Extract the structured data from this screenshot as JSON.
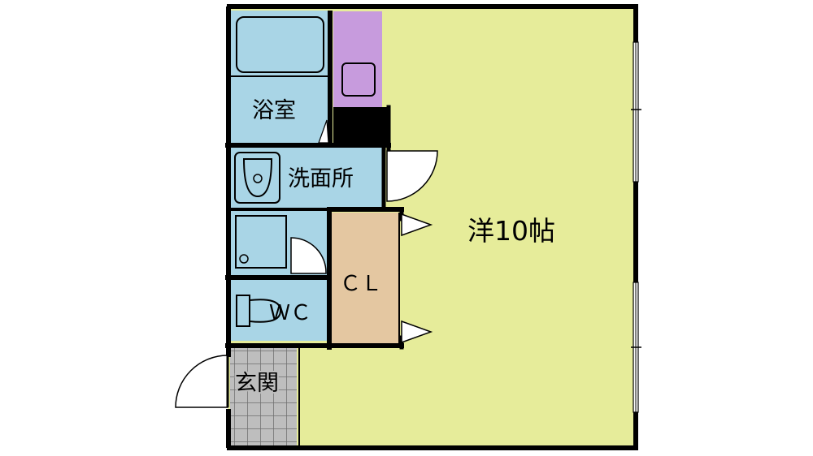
{
  "floor_plan": {
    "rooms": {
      "western_room": "洋10帖",
      "bathroom": "浴室",
      "washroom": "洗面所",
      "closet": "ＣＬ",
      "toilet": "ＷＣ",
      "entrance": "玄関"
    },
    "colors": {
      "western_room": "#E6EC9A",
      "wet_areas": "#A9D5E6",
      "closet": "#E4C7A1",
      "kitchen": "#C79BDD",
      "entrance_tile": "#BEBEBE",
      "walls": "#000000"
    }
  }
}
